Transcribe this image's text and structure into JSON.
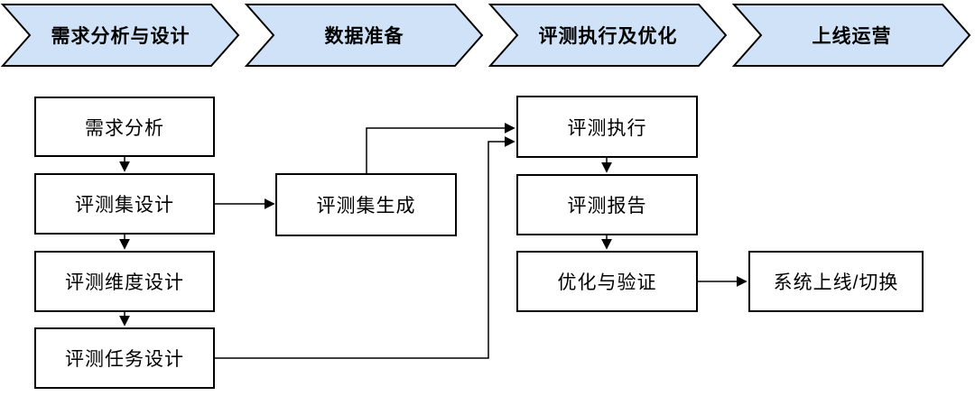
{
  "diagram": {
    "type": "flowchart",
    "phases": [
      {
        "id": "requirement-design",
        "label": "需求分析与设计"
      },
      {
        "id": "data-preparation",
        "label": "数据准备"
      },
      {
        "id": "eval-exec-optimize",
        "label": "评测执行及优化"
      },
      {
        "id": "launch-operations",
        "label": "上线运营"
      }
    ],
    "nodes": [
      {
        "id": "req-analysis",
        "label": "需求分析"
      },
      {
        "id": "evalset-design",
        "label": "评测集设计"
      },
      {
        "id": "dimension-design",
        "label": "评测维度设计"
      },
      {
        "id": "task-design",
        "label": "评测任务设计"
      },
      {
        "id": "evalset-generation",
        "label": "评测集生成"
      },
      {
        "id": "eval-execution",
        "label": "评测执行"
      },
      {
        "id": "eval-report",
        "label": "评测报告"
      },
      {
        "id": "optimize-verify",
        "label": "优化与验证"
      },
      {
        "id": "system-launch",
        "label": "系统上线/切换"
      }
    ],
    "edges": [
      {
        "from": "需求分析",
        "to": "评测集设计"
      },
      {
        "from": "评测集设计",
        "to": "评测维度设计"
      },
      {
        "from": "评测维度设计",
        "to": "评测任务设计"
      },
      {
        "from": "评测集设计",
        "to": "评测集生成"
      },
      {
        "from": "评测集生成",
        "to": "评测执行"
      },
      {
        "from": "评测任务设计",
        "to": "评测执行"
      },
      {
        "from": "评测执行",
        "to": "评测报告"
      },
      {
        "from": "评测报告",
        "to": "优化与验证"
      },
      {
        "from": "优化与验证",
        "to": "系统上线/切换"
      }
    ],
    "colors": {
      "phase_fill": "#cfe2f7",
      "phase_border": "#000000",
      "node_fill": "#ffffff",
      "node_border": "#000000",
      "edge_stroke": "#000000",
      "background": "#ffffff",
      "text": "#000000"
    }
  }
}
